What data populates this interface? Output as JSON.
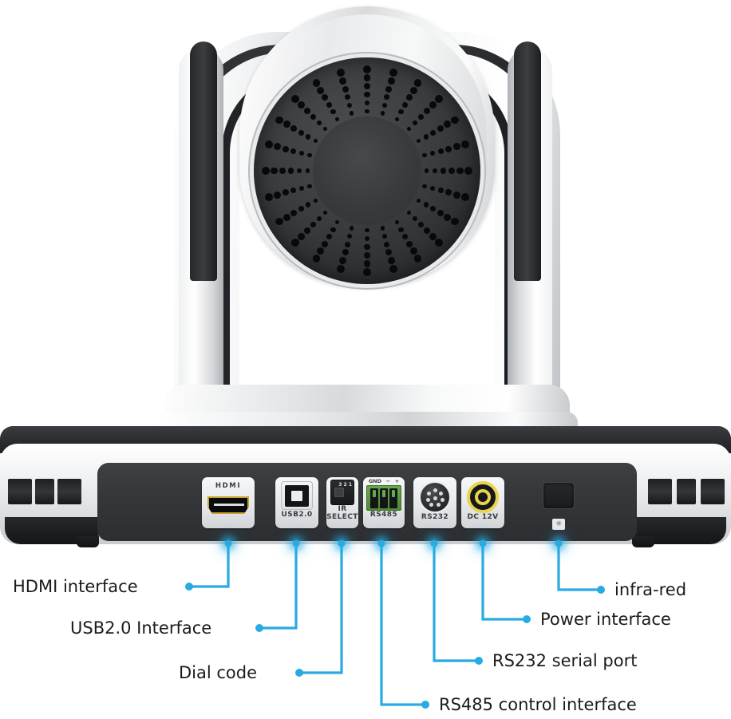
{
  "product": {
    "type": "ptz-video-conference-camera",
    "view": "rear-view-annotated-diagram"
  },
  "accent_color": "#29abe2",
  "port_panel": {
    "ports": [
      {
        "id": "hdmi",
        "label": "HDMI",
        "name": "hdmi-port"
      },
      {
        "id": "usb",
        "label": "USB2.0",
        "name": "usb-port"
      },
      {
        "id": "ir",
        "label_line1": "IR",
        "label_line2": "SELECT",
        "dial_positions": "3 2 1",
        "name": "ir-select-dial"
      },
      {
        "id": "rs485",
        "label": "RS485",
        "pins": [
          "GND",
          "−",
          "+"
        ],
        "name": "rs485-terminal"
      },
      {
        "id": "rs232",
        "label": "RS232",
        "name": "rs232-port"
      },
      {
        "id": "dc",
        "label": "DC  12V",
        "name": "dc-power-jack"
      }
    ]
  },
  "callouts": [
    {
      "id": "hdmi",
      "text": "HDMI interface",
      "side": "left"
    },
    {
      "id": "usb",
      "text": "USB2.0 Interface",
      "side": "left"
    },
    {
      "id": "dial",
      "text": "Dial code",
      "side": "left"
    },
    {
      "id": "rs485",
      "text": "RS485 control interface",
      "side": "right"
    },
    {
      "id": "rs232",
      "text": "RS232 serial port",
      "side": "right"
    },
    {
      "id": "power",
      "text": "Power interface",
      "side": "right"
    },
    {
      "id": "infrared",
      "text": "infra-red",
      "side": "right"
    }
  ]
}
